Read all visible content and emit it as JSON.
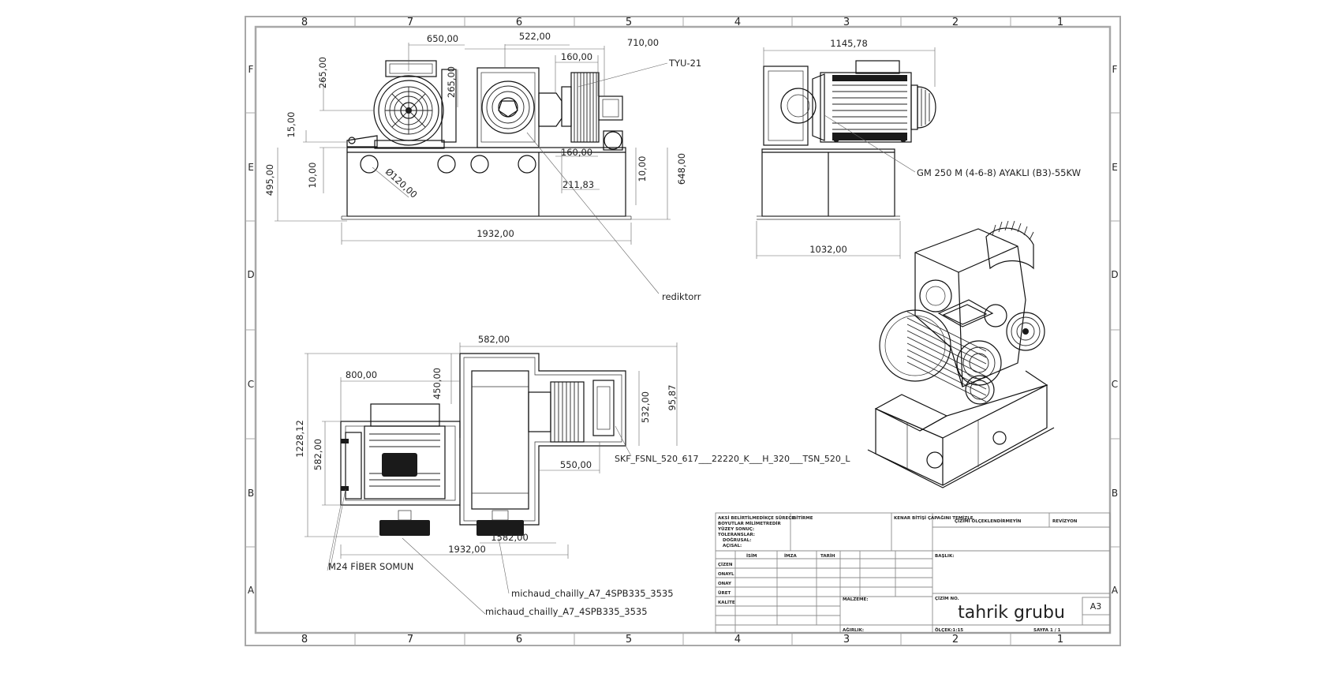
{
  "sheet": {
    "zone_columns": [
      "8",
      "7",
      "6",
      "5",
      "4",
      "3",
      "2",
      "1"
    ],
    "zone_rows": [
      "F",
      "E",
      "D",
      "C",
      "B",
      "A"
    ]
  },
  "front_view": {
    "dimensions": {
      "d650": "650,00",
      "d522": "522,00",
      "d710": "710,00",
      "d160_top": "160,00",
      "d160_mid": "160,00",
      "d265_a": "265,00",
      "d265_b": "265,00",
      "d15": "15,00",
      "d10_left": "10,00",
      "d495": "495,00",
      "d120": "Ø120,00",
      "d211": "211,83",
      "d10_right": "10,00",
      "d648": "648,00",
      "d1932": "1932,00"
    },
    "callouts": {
      "tyu": "TYU-21",
      "redik": "rediktorr"
    }
  },
  "side_view": {
    "dimensions": {
      "d1145": "1145,78",
      "d1032": "1032,00"
    },
    "callouts": {
      "motor": "GM 250 M (4-6-8) AYAKLI (B3)-55KW"
    }
  },
  "top_view": {
    "dimensions": {
      "d582_top": "582,00",
      "d800": "800,00",
      "d450": "450,00",
      "d1228": "1228,12",
      "d582_left": "582,00",
      "d532": "532,00",
      "d95": "95,87",
      "d550": "550,00",
      "d1582": "1582,00",
      "d1932": "1932,00"
    },
    "callouts": {
      "skf": "SKF_FSNL_520_617___22220_K___H_320___TSN_520_L",
      "fiber": "M24 FİBER SOMUN",
      "michaud1": "michaud_chailly_A7_4SPB335_3535",
      "michaud2": "michaud_chailly_A7_4SPB335_3535"
    }
  },
  "title_block": {
    "notes": [
      "AKSİ BELİRTİLMEDİKÇE SÜRECE:",
      "BOYUTLAR MİLİMETREDİR",
      "YÜZEY SONUÇ:",
      "TOLERANSLAR:",
      "DOĞRUSAL:",
      "AÇISAL:"
    ],
    "bitir_label": "BİTİRME",
    "strip_label": "KENAR BİTİŞİ ÇAPAĞINI TEMİZLE",
    "cizim_label": "ÇİZİMİ ÖLÇEKLENDİRMEYİN",
    "revizyon_label": "REVİZYON",
    "headers": [
      "İSİM",
      "İMZA",
      "TARİH"
    ],
    "rows": [
      "ÇİZEN",
      "ONAYL",
      "ONAY",
      "ÜRET",
      "KALİTE"
    ],
    "baslik_label": "BAŞLIK:",
    "malzeme_label": "MALZEME:",
    "cizim_no_label": "ÇİZİM NO.",
    "title": "tahrik grubu",
    "size": "A3",
    "agirlik_label": "AĞIRLIK:",
    "olcek_label": "ÖLÇEK:1:15",
    "sayfa_label": "SAYFA 1 / 1"
  }
}
